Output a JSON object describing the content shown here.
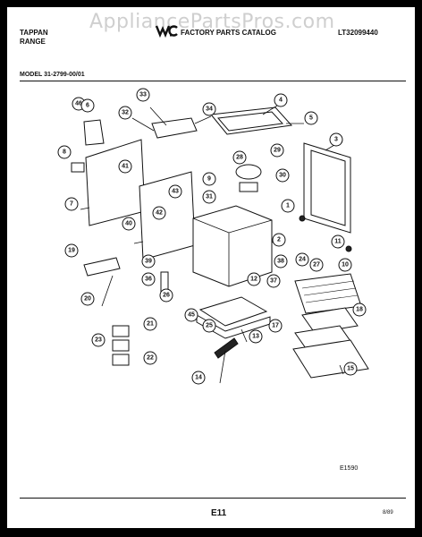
{
  "watermark": "AppliancePartsPros.com",
  "header": {
    "brand_line1": "TAPPAN",
    "brand_line2": "RANGE",
    "catalog_title": "FACTORY PARTS CATALOG",
    "catalog_number": "LT32099440"
  },
  "model_label": "MODEL 31-2799-00/01",
  "figure_ref": "E1590",
  "page_number": "E11",
  "date_code": "8/89",
  "callouts": [
    "33",
    "34",
    "32",
    "46",
    "4",
    "5",
    "3",
    "29",
    "28",
    "30",
    "6",
    "41",
    "9",
    "31",
    "7",
    "43",
    "42",
    "40",
    "8",
    "1",
    "2",
    "11",
    "19",
    "39",
    "36",
    "38",
    "37",
    "24",
    "27",
    "10",
    "12",
    "26",
    "20",
    "45",
    "25",
    "18",
    "21",
    "17",
    "13",
    "23",
    "22",
    "14",
    "15"
  ],
  "colors": {
    "ink": "#111111",
    "paper": "#ffffff",
    "border": "#000000",
    "watermark": "#cfcfcf"
  }
}
